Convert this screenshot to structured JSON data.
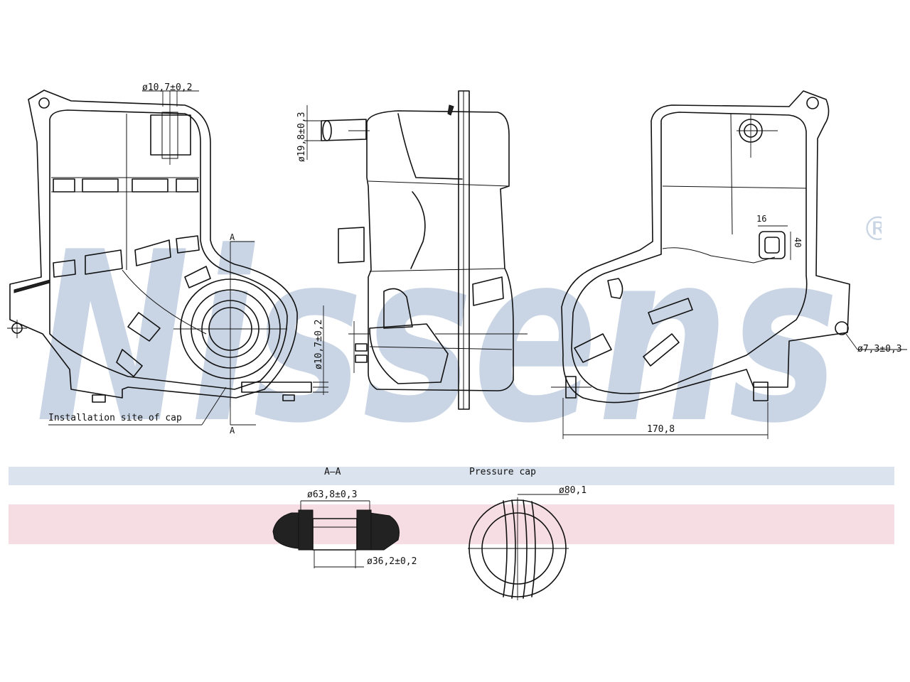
{
  "watermark": {
    "text": "Nissens",
    "mark": "®",
    "color": "#c9d5e4"
  },
  "colors": {
    "band_blue": "#dbe3ee",
    "band_pink": "#f6dce3",
    "line": "#111111"
  },
  "labels": {
    "d107_top": "ø10,7±0,2",
    "d198": "ø19,8±0,3",
    "d107_side": "ø10,7±0,2",
    "section_a_top": "A",
    "section_a_bottom": "A",
    "installation": "Installation site of cap",
    "width_1708": "170,8",
    "d73": "ø7,3±0,3",
    "dim_16": "16",
    "dim_40": "40",
    "section_aa": "A–A",
    "pressure_cap": "Pressure cap",
    "d638": "ø63,8±0,3",
    "d362": "ø36,2±0,2",
    "d801": "ø80,1"
  }
}
